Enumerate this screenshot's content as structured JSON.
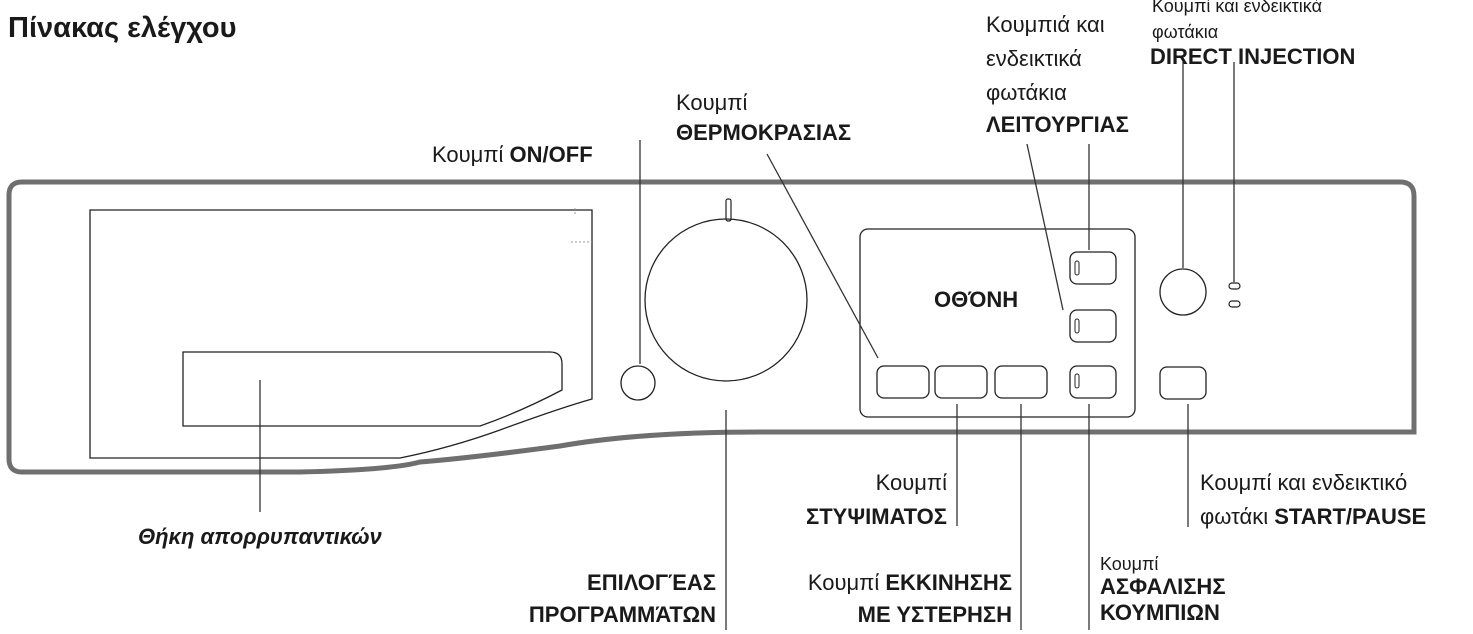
{
  "title": "Πίνακας ελέγχου",
  "labels": {
    "onoff_pre": "Κουμπί ",
    "onoff_bold": "ON/OFF",
    "temp_line1": "Κουμπί",
    "temp_line2": "ΘΕΡΜΟΚΡΑΣΙΑΣ",
    "func_line1": "Κουμπιά και",
    "func_line2": "ενδεικτικά",
    "func_line3": "φωτάκια",
    "func_line4": "ΛΕΙΤΟΥΡΓΙΑΣ",
    "di_line1": "Κουμπί και ενδεικτικά",
    "di_line2": "φωτάκια",
    "di_line3": "DIRECT INJECTION",
    "display": "ΟΘΌΝΗ",
    "detergent": "Θήκη απορρυπαντικών",
    "prog_line1": "ΕΠΙΛΟΓΈΑΣ",
    "prog_line2": "ΠΡΟΓΡΑΜΜΆΤΩΝ",
    "spin_line1": "Κουμπί",
    "spin_line2": "ΣΤΥΨΙΜΑΤΟΣ",
    "delay_pre": "Κουμπί ",
    "delay_bold1": "ΕΚΚΙΝΗΣΗΣ",
    "delay_line2": "ΜΕ ΥΣΤΕΡΗΣΗ",
    "lock_line1": "Κουμπί",
    "lock_line2": "ΑΣΦΑΛΙΣΗΣ",
    "lock_line3": "ΚΟΥΜΠΙΩΝ",
    "start_line1": "Κουμπί και ενδεικτικό",
    "start_pre": "φωτάκι ",
    "start_bold": "START/PAUSE"
  }
}
